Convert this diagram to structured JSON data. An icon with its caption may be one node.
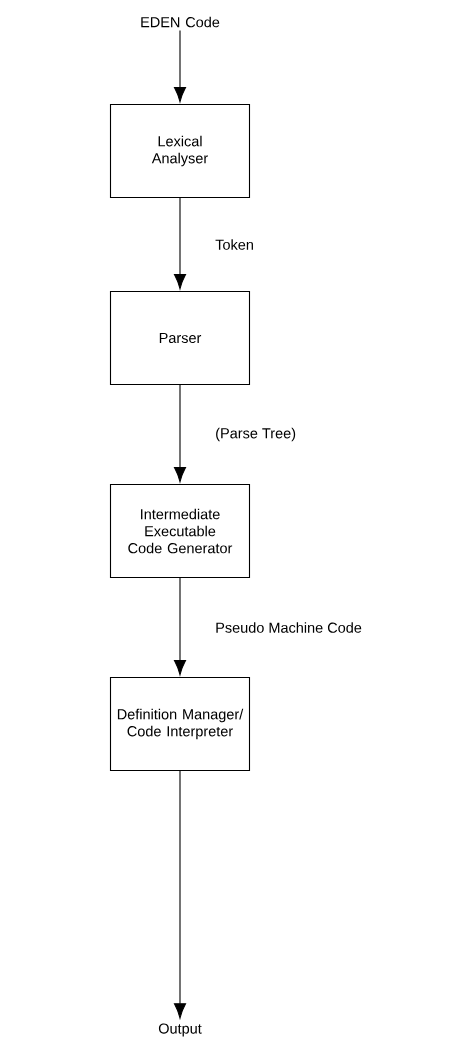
{
  "diagram": {
    "nodes": [
      {
        "text": [
          "EDEN Code"
        ]
      },
      {
        "text": [
          "Lexical Analyser"
        ]
      },
      {
        "text": [
          "Parser"
        ]
      },
      {
        "text": [
          "Intermediate Executable Code Generator"
        ]
      },
      {
        "text": [
          "Definition Manager/ Code Interpreter"
        ]
      },
      {
        "text": [
          "Output"
        ]
      }
    ],
    "edges": [
      {
        "from": 0,
        "to": 1,
        "arrow": "to"
      },
      {
        "from": 1,
        "to": 2,
        "arrow": "to",
        "label": "Token"
      },
      {
        "from": 2,
        "to": 3,
        "arrow": "to",
        "label": "(Parse Tree)"
      },
      {
        "from": 3,
        "to": 4,
        "arrow": "to",
        "label": "Pseudo Machine Code"
      },
      {
        "from": 4,
        "to": 5,
        "arrow": "to"
      }
    ]
  }
}
